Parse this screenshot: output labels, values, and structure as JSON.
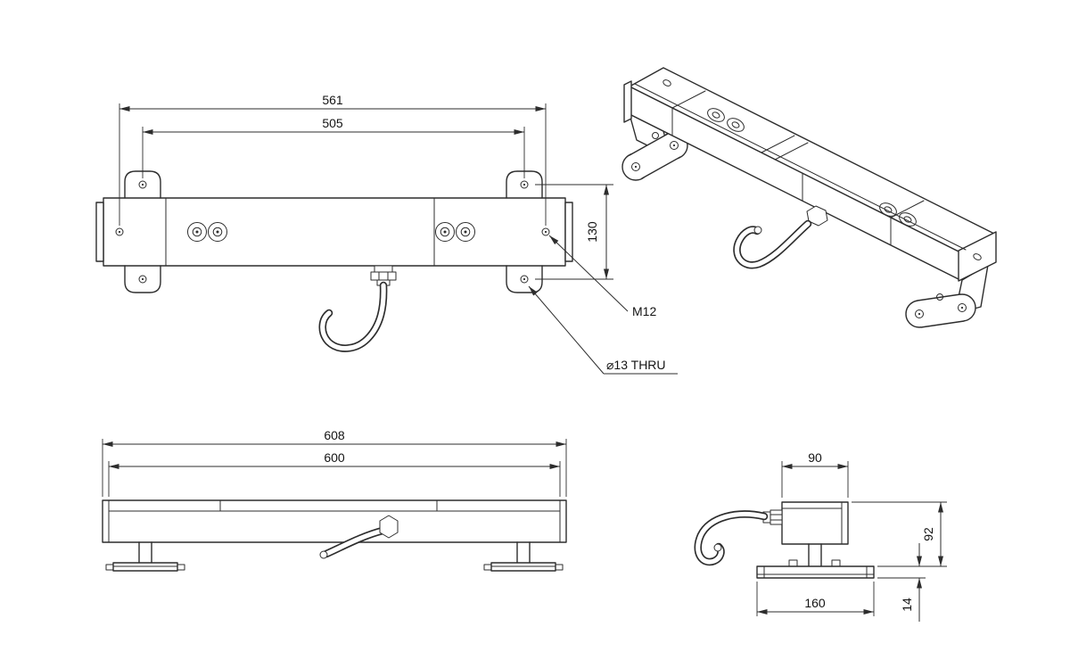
{
  "front_view": {
    "dim_hole_span": "561",
    "dim_tab_span": "505",
    "dim_tab_height": "130",
    "thread_label": "M12",
    "hole_label": "⌀13 THRU"
  },
  "side_view": {
    "dim_overall_length": "608",
    "dim_body_length": "600"
  },
  "end_view": {
    "dim_housing_width": "90",
    "dim_height": "92",
    "dim_foot_width": "160",
    "dim_foot_thickness": "14"
  }
}
